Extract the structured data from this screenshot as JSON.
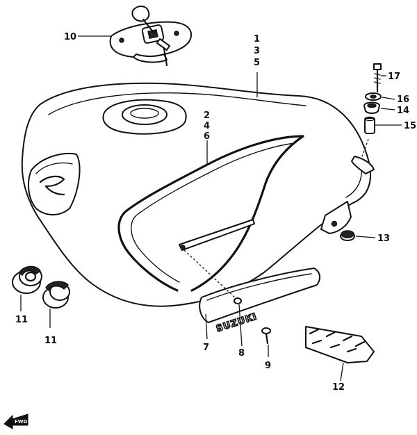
{
  "callouts": {
    "c10": "10",
    "c1": "1",
    "c3": "3",
    "c5": "5",
    "c17": "17",
    "c16": "16",
    "c14": "14",
    "c15": "15",
    "c2": "2",
    "c4": "4",
    "c6": "6",
    "c13": "13",
    "c11a": "11",
    "c11b": "11",
    "c7": "7",
    "c8": "8",
    "c9": "9",
    "c12": "12"
  },
  "emblem_text": "SUZUKI",
  "orientation_marker": "FWD",
  "colors": {
    "ink": "#111111",
    "paper": "#ffffff"
  }
}
